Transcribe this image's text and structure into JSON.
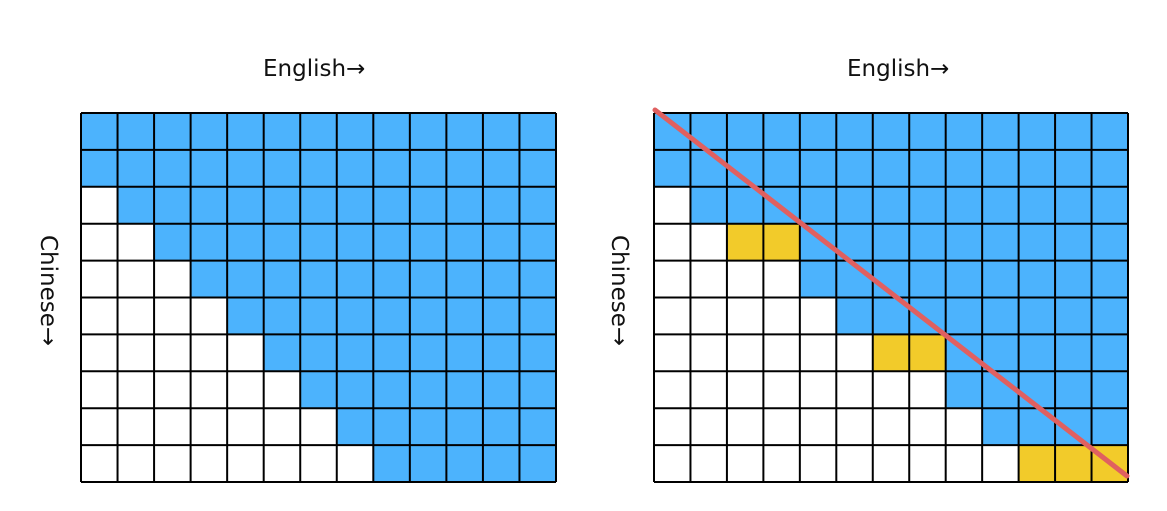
{
  "panels": [
    {
      "id": "left",
      "x_label": "English",
      "y_label": "Chinese",
      "arrow": "→",
      "rows": 10,
      "cols": 13,
      "colors": {
        "filled": "#4cb3fd",
        "empty": "#ffffff",
        "highlight": "#f2cb2a",
        "grid": "#000000"
      },
      "cells": [
        "BBBBBBBBBBBBB",
        "BBBBBBBBBBBBB",
        "WBBBBBBBBBBBB",
        "WWBBBBBBBBBBB",
        "WWWBBBBBBBBBB",
        "WWWWBBBBBBBBB",
        "WWWWWBBBBBBBB",
        "WWWWWWBBBBBBB",
        "WWWWWWWBBBBBB",
        "WWWWWWWWBBBBB"
      ],
      "diagonal": false
    },
    {
      "id": "right",
      "x_label": "English",
      "y_label": "Chinese",
      "arrow": "→",
      "rows": 10,
      "cols": 13,
      "colors": {
        "filled": "#4cb3fd",
        "empty": "#ffffff",
        "highlight": "#f2cb2a",
        "grid": "#000000",
        "diagonal": "#e06060"
      },
      "cells": [
        "BBBBBBBBBBBBB",
        "BBBBBBBBBBBBB",
        "WBBBBBBBBBBBB",
        "WWYYBBBBBBBBB",
        "WWWWBBBBBBBBB",
        "WWWWWBBBBBBBB",
        "WWWWWWYYBBBBB",
        "WWWWWWWWBBBBB",
        "WWWWWWWWWBBBB",
        "WWWWWWWWWWYYY"
      ],
      "diagonal": true
    }
  ]
}
